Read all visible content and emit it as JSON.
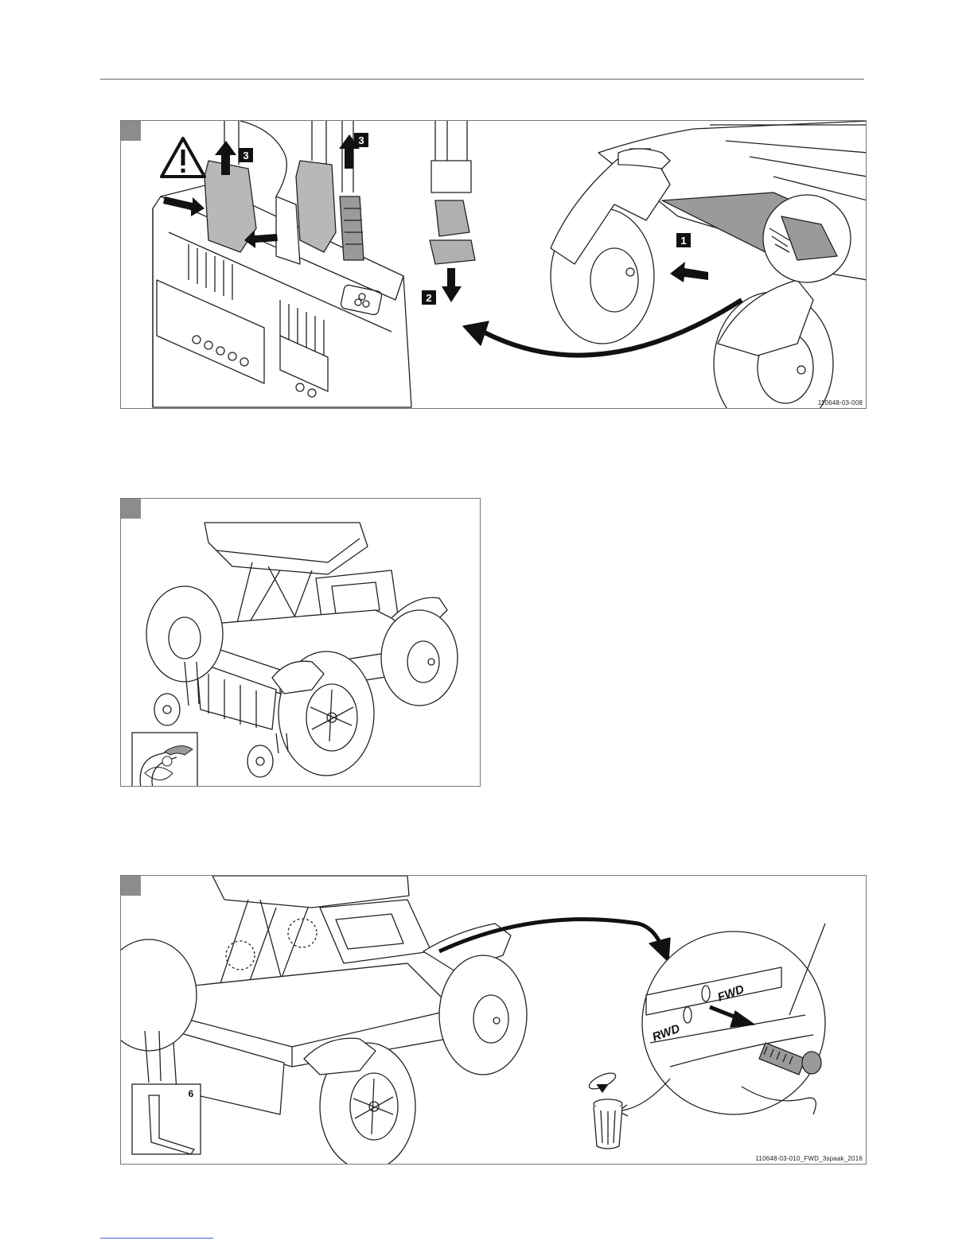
{
  "figures": [
    {
      "id": "fig1",
      "image_id": "110648-03-008",
      "steps": [
        "1",
        "2",
        "3",
        "3"
      ]
    },
    {
      "id": "fig2",
      "image_id": ""
    },
    {
      "id": "fig3",
      "image_id": "110648-03-010_FWD_3spaak_2016",
      "labels": {
        "rwd": "RWD",
        "fwd": "FWD",
        "tool_size": "6"
      }
    }
  ],
  "colors": {
    "frame": "#777777",
    "tab": "#8c8c8c",
    "line": "#222222",
    "shade": "#9a9a9a",
    "link": "#4a5fd8"
  },
  "icons": [
    "warning-icon",
    "arrow-icon",
    "wheel-icon",
    "trash-bin-icon",
    "allen-key-icon",
    "pliers-icon",
    "screw-icon"
  ]
}
